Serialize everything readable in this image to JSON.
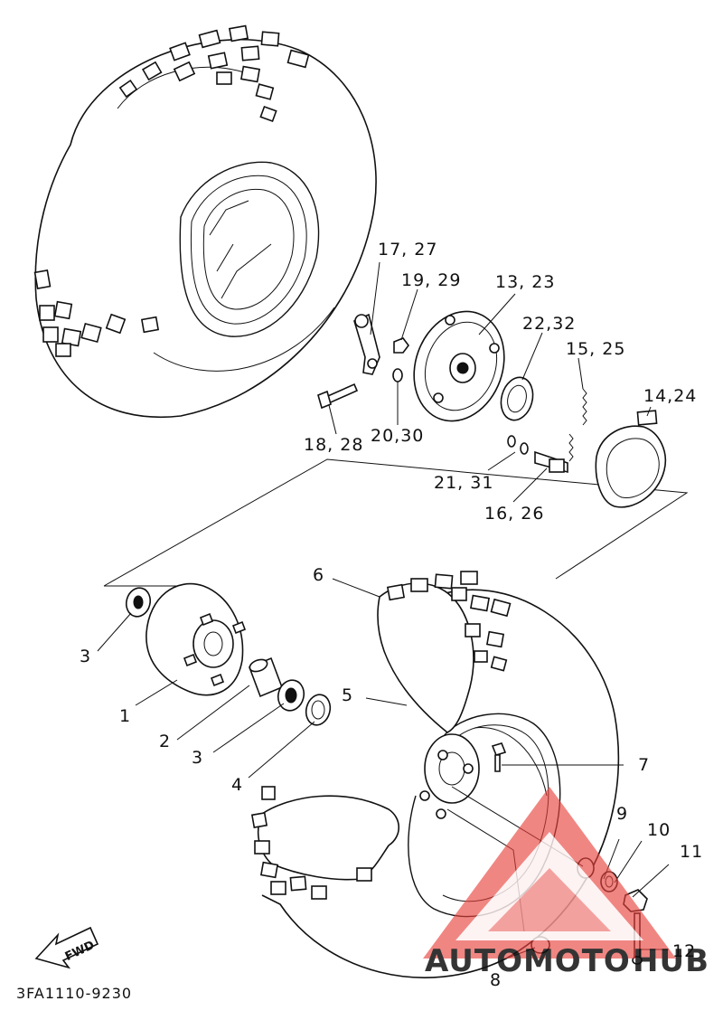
{
  "callouts": {
    "c1": "1",
    "c2": "2",
    "c3a": "3",
    "c3b": "3",
    "c4": "4",
    "c5": "5",
    "c6": "6",
    "c7": "7",
    "c8": "8",
    "c9": "9",
    "c10": "10",
    "c11": "11",
    "c12": "12",
    "c13": "13, 23",
    "c14": "14,24",
    "c15": "15, 25",
    "c16": "16, 26",
    "c17": "17, 27",
    "c18": "18, 28",
    "c19": "19, 29",
    "c20": "20,30",
    "c21": "21, 31",
    "c22": "22,32"
  },
  "fwd_label": "FWD",
  "drawing_code": "3FA1110-9230",
  "watermark": {
    "text_orange": "AUTOMOTO",
    "text_gray": "HUB",
    "color_red": "#e8413c",
    "color_orange": "#f5a623",
    "color_gray": "#9e9e9e"
  }
}
